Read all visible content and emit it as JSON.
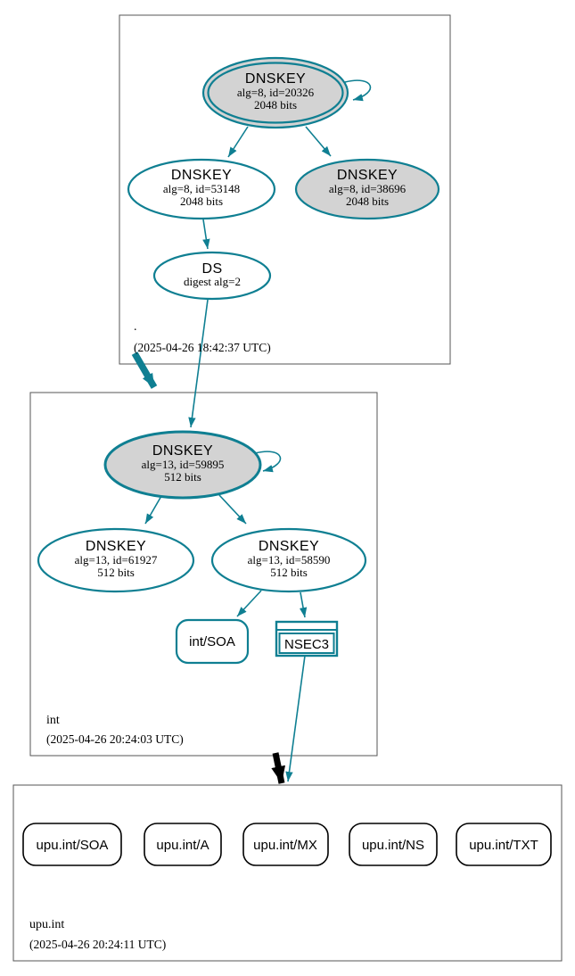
{
  "colors": {
    "secure_teal": "#0f7f92",
    "node_fill_gray": "#d3d3d3",
    "node_fill_white": "#ffffff",
    "rrset_border_black": "#000000",
    "zone_box_border": "#555555"
  },
  "zones": {
    "root": {
      "name": ".",
      "timestamp": "(2025-04-26 18:42:37 UTC)"
    },
    "int": {
      "name": "int",
      "timestamp": "(2025-04-26 20:24:03 UTC)"
    },
    "upu_int": {
      "name": "upu.int",
      "timestamp": "(2025-04-26 20:24:11 UTC)"
    }
  },
  "nodes": {
    "root_ksk": {
      "title": "DNSKEY",
      "alg": "alg=8, id=20326",
      "bits": "2048 bits"
    },
    "root_zsk": {
      "title": "DNSKEY",
      "alg": "alg=8, id=53148",
      "bits": "2048 bits"
    },
    "root_key2": {
      "title": "DNSKEY",
      "alg": "alg=8, id=38696",
      "bits": "2048 bits"
    },
    "root_ds": {
      "title": "DS",
      "detail": "digest alg=2"
    },
    "int_ksk": {
      "title": "DNSKEY",
      "alg": "alg=13, id=59895",
      "bits": "512 bits"
    },
    "int_key1": {
      "title": "DNSKEY",
      "alg": "alg=13, id=61927",
      "bits": "512 bits"
    },
    "int_key2": {
      "title": "DNSKEY",
      "alg": "alg=13, id=58590",
      "bits": "512 bits"
    },
    "int_soa": {
      "label": "int/SOA"
    },
    "int_nsec3": {
      "label": "NSEC3"
    },
    "upu_rrsets": [
      "upu.int/SOA",
      "upu.int/A",
      "upu.int/MX",
      "upu.int/NS",
      "upu.int/TXT"
    ]
  }
}
